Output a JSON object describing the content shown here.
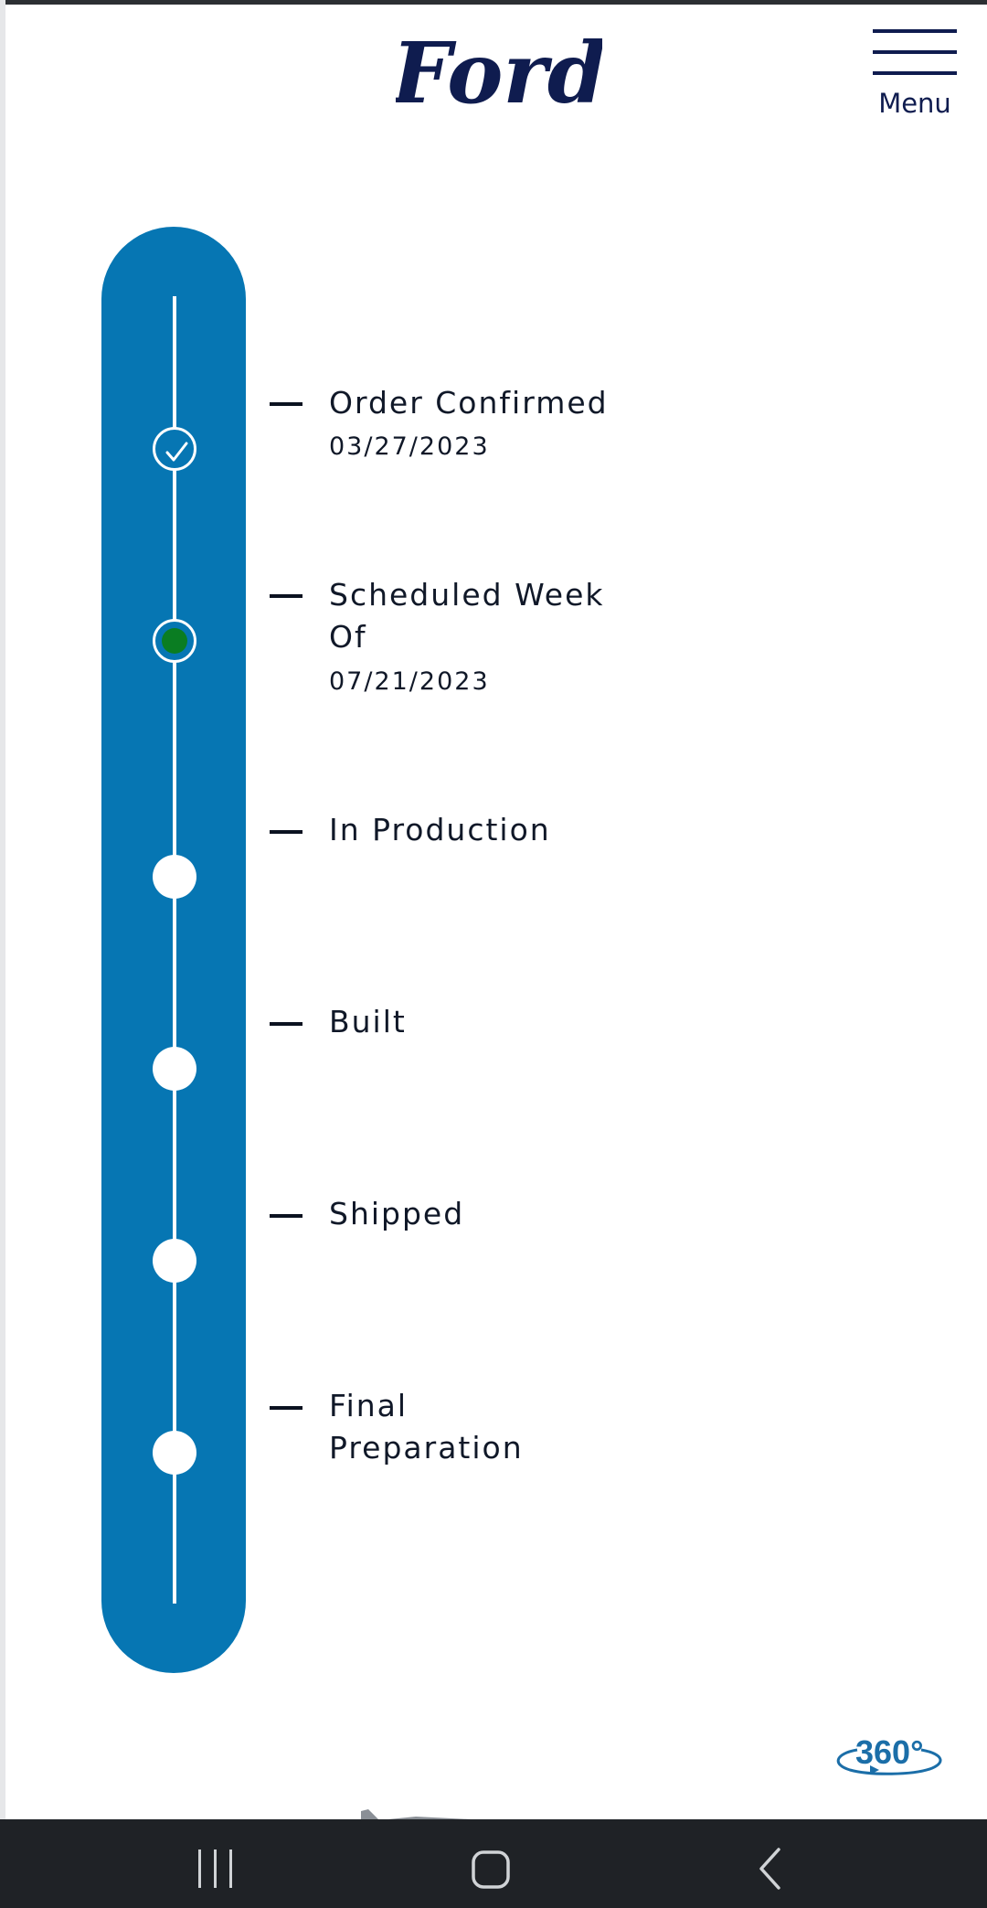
{
  "header": {
    "logo_text": "Ford",
    "menu_label": "Menu"
  },
  "tracker": {
    "steps": [
      {
        "title": "Order Confirmed",
        "date": "03/27/2023",
        "status": "complete"
      },
      {
        "title": "Scheduled Week Of",
        "date": "07/21/2023",
        "status": "current"
      },
      {
        "title": "In Production",
        "date": "",
        "status": "pending"
      },
      {
        "title": "Built",
        "date": "",
        "status": "pending"
      },
      {
        "title": "Shipped",
        "date": "",
        "status": "pending"
      },
      {
        "title": "Final Preparation",
        "date": "",
        "status": "pending"
      }
    ]
  },
  "viewer": {
    "badge_label": "360°"
  },
  "colors": {
    "brand_blue": "#0676b3",
    "logo_navy": "#0f1c4f",
    "current_dot": "#0a7d22",
    "text": "#101828",
    "nav_bar": "#1f2226"
  },
  "system_nav": {
    "icons": [
      "recent-apps-icon",
      "home-icon",
      "back-icon"
    ]
  }
}
